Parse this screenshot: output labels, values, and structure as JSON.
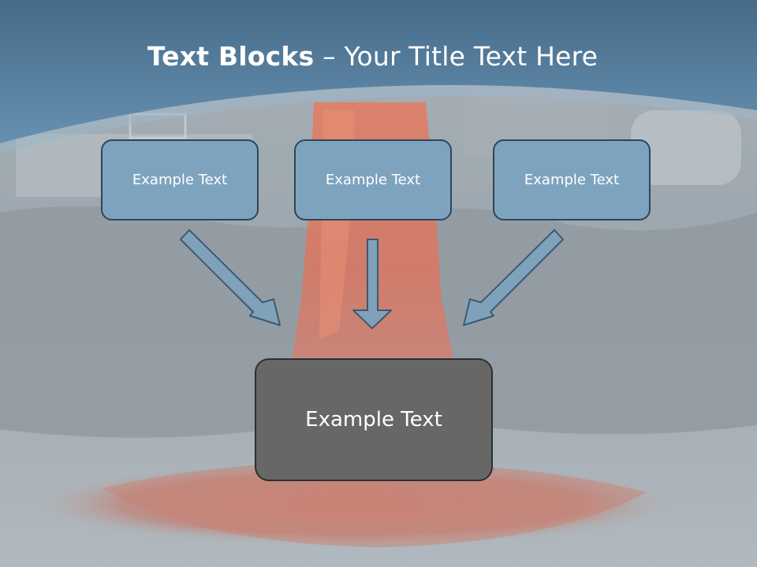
{
  "slide": {
    "title_bold": "Text Blocks",
    "title_dash": " – ",
    "title_rest": "Your Title Text Here"
  },
  "blocks": [
    {
      "label": "Example Text"
    },
    {
      "label": "Example Text"
    },
    {
      "label": "Example Text"
    }
  ],
  "target": {
    "label": "Example Text"
  },
  "colors": {
    "header_blue": "#4f7898",
    "box_blue": "#7ea3be",
    "box_border": "#2f4658",
    "target_gray": "#676767",
    "arrow_fill": "#7fa1ba",
    "lava": "#e8553a"
  }
}
